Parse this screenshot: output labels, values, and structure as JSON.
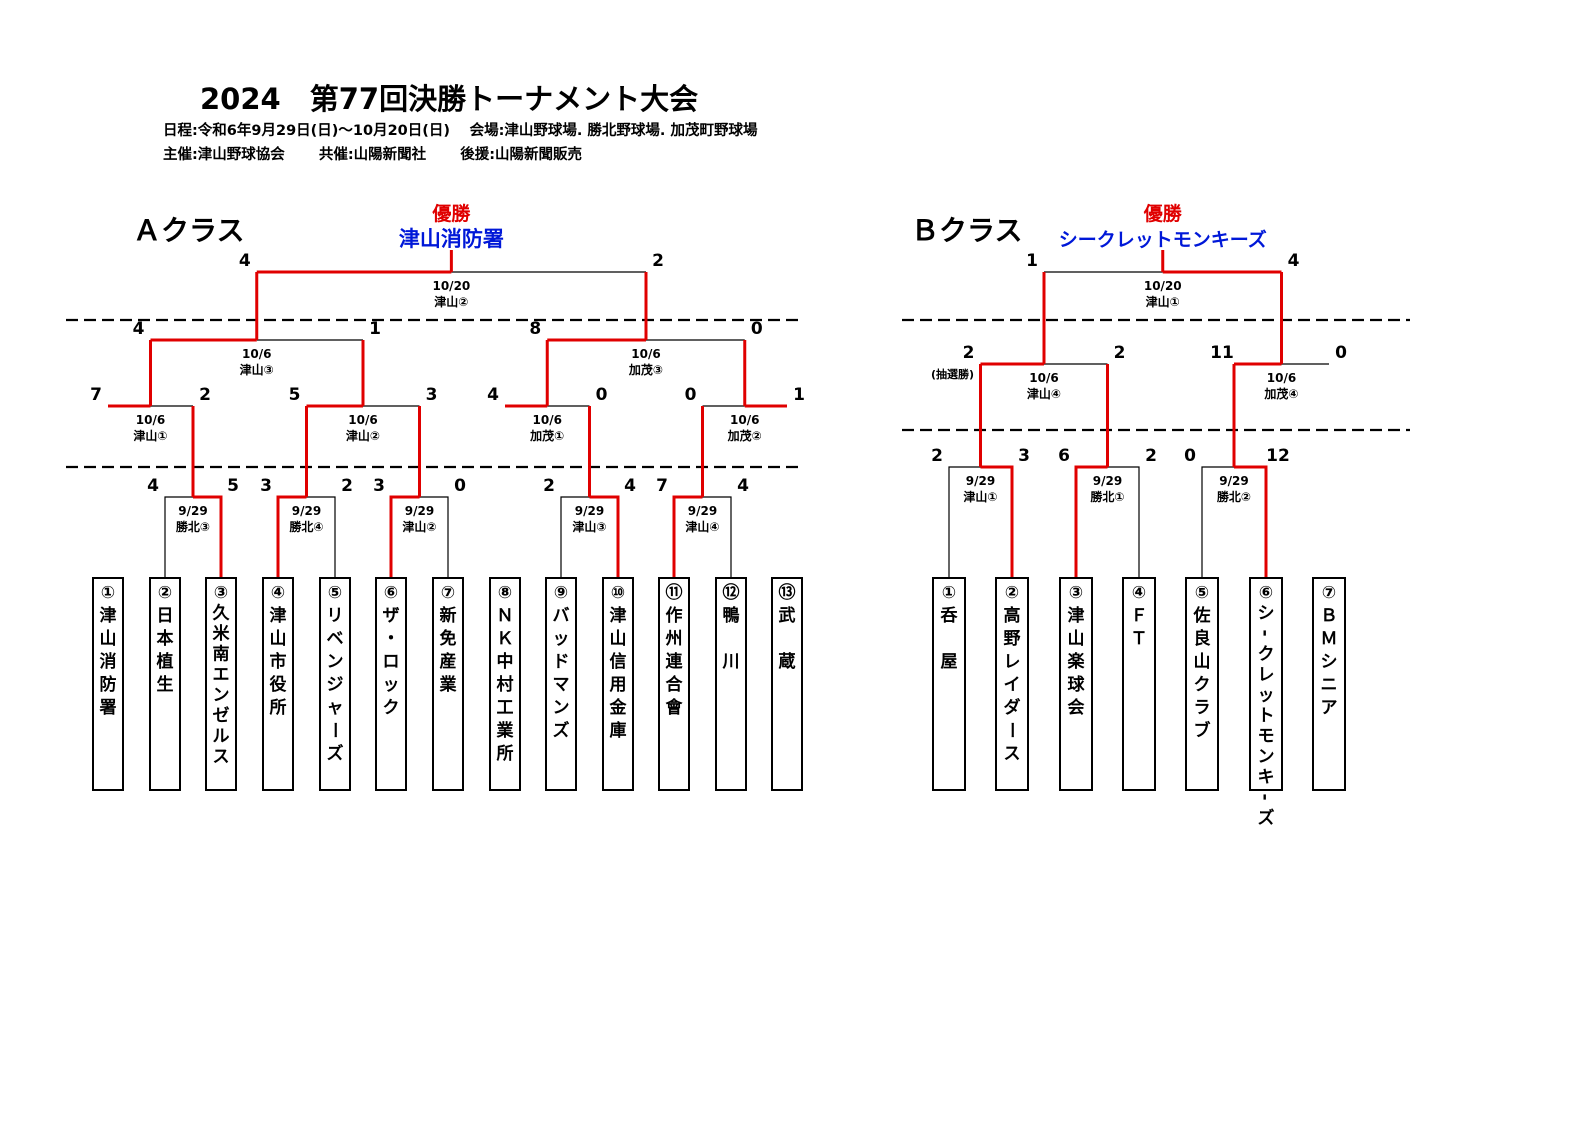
{
  "header": {
    "title": "2024　第77回決勝トーナメント大会",
    "line1": "日程:令和6年9月29日(日)～10月20日(日)　 会場:津山野球場. 勝北野球場. 加茂町野球場",
    "line2": "主催:津山野球協会　　 共催:山陽新聞社　　 後援:山陽新聞販売"
  },
  "colors": {
    "win": "#e00000",
    "lose": "#000000",
    "champion_label": "#e00000",
    "champion_name": "#0018d8",
    "dash": "#000000"
  },
  "brackets": [
    {
      "class_label": "Ａクラス",
      "champion_label": "優勝",
      "champion_name": "津山消防署",
      "teams": [
        "①津山消防署",
        "②日本植生",
        "③久米南エンゼルス",
        "④津山市役所",
        "⑤リベンジャーズ",
        "⑥ザ・ロック",
        "⑦新免産業",
        "⑧ＮＫ中村工業所",
        "⑨バッドマンズ",
        "⑩津山信用金庫",
        "⑪作州連合會",
        "⑫鴨　川",
        "⑬武　蔵"
      ],
      "matches": [
        {
          "date": "9/29",
          "venue": "勝北③",
          "left_score": "4",
          "right_score": "5"
        },
        {
          "date": "9/29",
          "venue": "勝北④",
          "left_score": "3",
          "right_score": "2"
        },
        {
          "date": "9/29",
          "venue": "津山②",
          "left_score": "3",
          "right_score": "0"
        },
        {
          "date": "9/29",
          "venue": "津山③",
          "left_score": "2",
          "right_score": "4"
        },
        {
          "date": "9/29",
          "venue": "津山④",
          "left_score": "7",
          "right_score": "4"
        },
        {
          "date": "10/6",
          "venue": "津山①",
          "left_score": "7",
          "right_score": "2"
        },
        {
          "date": "10/6",
          "venue": "津山②",
          "left_score": "5",
          "right_score": "3"
        },
        {
          "date": "10/6",
          "venue": "加茂①",
          "left_score": "4",
          "right_score": "0"
        },
        {
          "date": "10/6",
          "venue": "加茂②",
          "left_score": "0",
          "right_score": "1"
        },
        {
          "date": "10/6",
          "venue": "津山③",
          "left_score": "4",
          "right_score": "1"
        },
        {
          "date": "10/6",
          "venue": "加茂③",
          "left_score": "8",
          "right_score": "0"
        },
        {
          "date": "10/20",
          "venue": "津山②",
          "left_score": "4",
          "right_score": "2"
        }
      ]
    },
    {
      "class_label": "Ｂクラス",
      "champion_label": "優勝",
      "champion_name": "シークレットモンキーズ",
      "teams": [
        "①呑　屋",
        "②高野レイダース",
        "③津山楽球会",
        "④ＦＴ",
        "⑤佐良山クラブ",
        "⑥シ-クレットモンキ-ズ",
        "⑦ＢＭシニア"
      ],
      "matches": [
        {
          "date": "9/29",
          "venue": "津山①",
          "left_score": "2",
          "right_score": "3"
        },
        {
          "date": "9/29",
          "venue": "勝北①",
          "left_score": "6",
          "right_score": "2"
        },
        {
          "date": "9/29",
          "venue": "勝北②",
          "left_score": "0",
          "right_score": "12"
        },
        {
          "date": "10/6",
          "venue": "津山④",
          "left_score": "2",
          "right_score": "2",
          "note": "(抽選勝)"
        },
        {
          "date": "10/6",
          "venue": "加茂④",
          "left_score": "11",
          "right_score": "0"
        },
        {
          "date": "10/20",
          "venue": "津山①",
          "left_score": "1",
          "right_score": "4"
        }
      ]
    }
  ]
}
